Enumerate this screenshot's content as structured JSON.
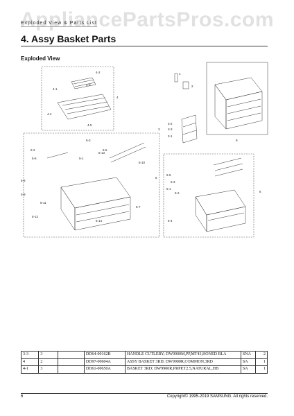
{
  "watermark": "AppliancePartsPros.com",
  "header_tab": "Exploded View & Parts List",
  "section_title": "4.  Assy Basket Parts",
  "subtitle": "Exploded View",
  "callouts": {
    "top": [
      "4-2",
      "4-1",
      "4-3",
      "4",
      "4-4",
      "4-5"
    ],
    "upper_right": [
      "1",
      "2"
    ],
    "middle": [
      "3-2",
      "3-3",
      "3",
      "3-1",
      "9"
    ],
    "left": [
      "5-2",
      "5-6",
      "5-3",
      "5-5",
      "5-1",
      "5-13",
      "5-10",
      "5-8",
      "5-11",
      "5-9",
      "5-7",
      "5-12",
      "5-14",
      "5"
    ],
    "right": [
      "6-5",
      "6-3",
      "6-1",
      "6-2",
      "6-4",
      "6"
    ]
  },
  "parts": [
    {
      "loc": "3-3",
      "no": "3",
      "blank": "",
      "code": "DD64-00162B",
      "desc": "HANDLE CUTLERY; DW9900M,PP,MT43,HONED BLA",
      "sa": "SNA",
      "qty": "2"
    },
    {
      "loc": "4",
      "no": "2",
      "blank": "",
      "code": "DD97-00604A",
      "desc": "ASSY BASKET 3RD; DW9900R,COMMON,3RD",
      "sa": "SA",
      "qty": "1"
    },
    {
      "loc": "4-1",
      "no": "3",
      "blank": "",
      "code": "DD61-00650A",
      "desc": "BASKET 3RD; DW9900R,PRPP,T2.5,NATURAL,HB",
      "sa": "SA",
      "qty": "1"
    }
  ],
  "footer": {
    "page": "6",
    "copyright": "Copyright© 1995-2019 SAMSUNG. All rights reserved."
  }
}
